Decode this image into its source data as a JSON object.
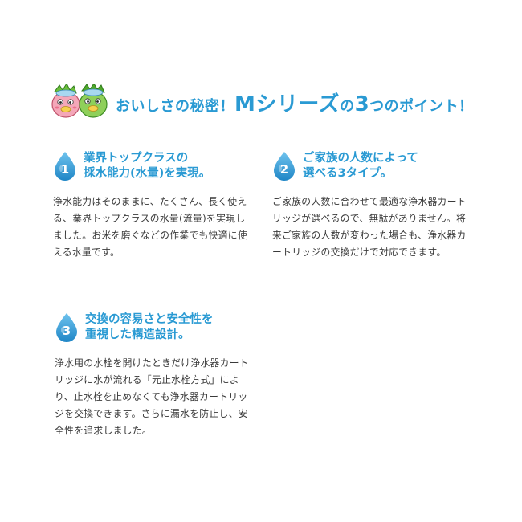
{
  "header": {
    "title_part1": "おいしさの秘密！",
    "title_big1": "Mシリーズ",
    "title_part2": "の",
    "title_big2": "3",
    "title_part3": "つのポイント！"
  },
  "points": [
    {
      "number": "1",
      "title_line1": "業界トップクラスの",
      "title_line2": "採水能力(水量)を実現。",
      "body": "浄水能力はそのままに、たくさん、長く使える、業界トップクラスの水量(流量)を実現しました。お米を磨ぐなどの作業でも快適に使える水量です。"
    },
    {
      "number": "2",
      "title_line1": "ご家族の人数によって",
      "title_line2": "選べる3タイプ。",
      "body": "ご家族の人数に合わせて最適な浄水器カートリッジが選べるので、無駄がありません。将来ご家族の人数が変わった場合も、浄水器カートリッジの交換だけで対応できます。"
    },
    {
      "number": "3",
      "title_line1": "交換の容易さと安全性を",
      "title_line2": "重視した構造設計。",
      "body": "浄水用の水栓を開けたときだけ浄水器カートリッジに水が流れる「元止水栓方式」により、止水栓を止めなくても浄水器カートリッジを交換できます。さらに漏水を防止し、安全性を追求しました。"
    }
  ],
  "colors": {
    "accent": "#2a9ad3",
    "drop_light": "#6fc3ee",
    "drop_dark": "#1f86c6",
    "body_text": "#3a3a3a"
  },
  "icons": [
    "mascot-pink-kappa-icon",
    "mascot-green-kappa-icon",
    "water-drop-icon"
  ]
}
